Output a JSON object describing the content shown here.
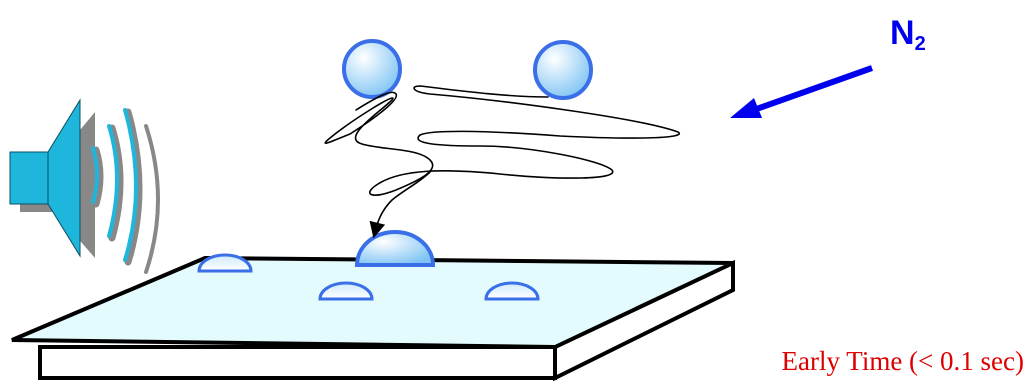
{
  "n2": {
    "base": "N",
    "subscript": "2"
  },
  "time_label": "Early Time (< 0.1 sec)",
  "colors": {
    "molecule_edge": "#3a6fe8",
    "molecule_fill_light": "#ffffff",
    "molecule_fill_dark": "#7fc4f4",
    "arrow": "#0000ee",
    "plate_top": "#e3fbfd",
    "plate_edge": "#000000",
    "speaker_fill": "#1fb6dc",
    "speaker_shadow": "#888888",
    "time_text": "#dd0000"
  },
  "icons": [
    "speaker-icon",
    "sound-wave-icon",
    "n2-flow-arrow-icon",
    "molecule-icon",
    "droplet-icon"
  ]
}
